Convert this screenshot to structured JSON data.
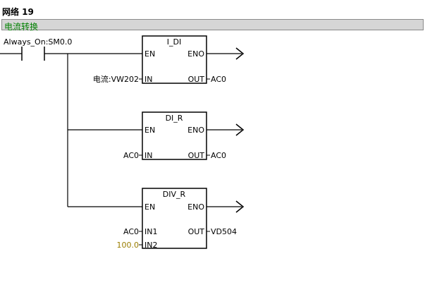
{
  "network": {
    "title": "网络 19",
    "comment": "电流转换"
  },
  "contact": {
    "label": "Always_On:SM0.0"
  },
  "boxes": [
    {
      "name": "I_DI",
      "pins": {
        "en": "EN",
        "eno": "ENO",
        "in": "IN",
        "out": "OUT"
      },
      "in_operand": "电流:VW202",
      "out_operand": "AC0"
    },
    {
      "name": "DI_R",
      "pins": {
        "en": "EN",
        "eno": "ENO",
        "in": "IN",
        "out": "OUT"
      },
      "in_operand": "AC0",
      "out_operand": "AC0"
    },
    {
      "name": "DIV_R",
      "pins": {
        "en": "EN",
        "eno": "ENO",
        "in1": "IN1",
        "in2": "IN2",
        "out": "OUT"
      },
      "in1_operand": "AC0",
      "in2_operand": "100.0",
      "out_operand": "VD504"
    }
  ],
  "colors": {
    "comment_text": "#008000",
    "constant_operand": "#9a7d00",
    "comment_bg": "#d6d6d6"
  }
}
